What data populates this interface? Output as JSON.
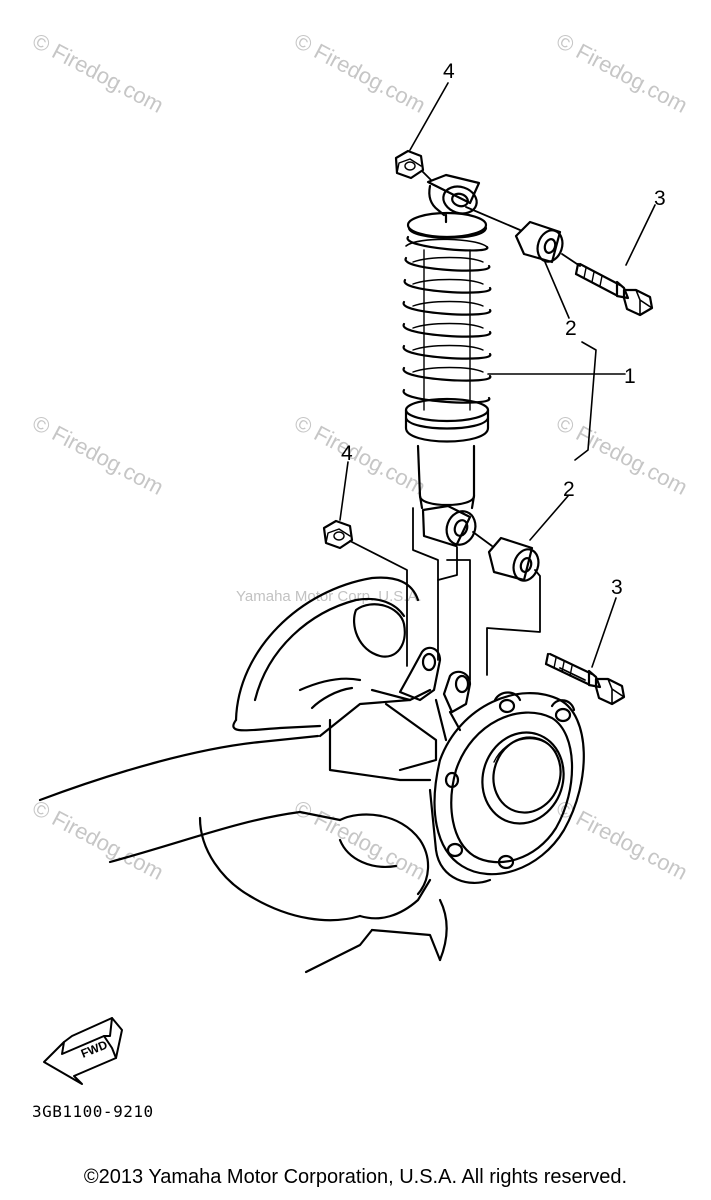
{
  "watermark": {
    "text": "© Firedog.com",
    "center_text": "Yamaha Motor Corp. U.S.A."
  },
  "callouts": [
    "1",
    "2",
    "2",
    "3",
    "3",
    "4",
    "4"
  ],
  "arrow": {
    "label": "FWD"
  },
  "part_code": "3GB1100-9210",
  "copyright": "©2013 Yamaha Motor Corporation, U.S.A. All rights reserved."
}
